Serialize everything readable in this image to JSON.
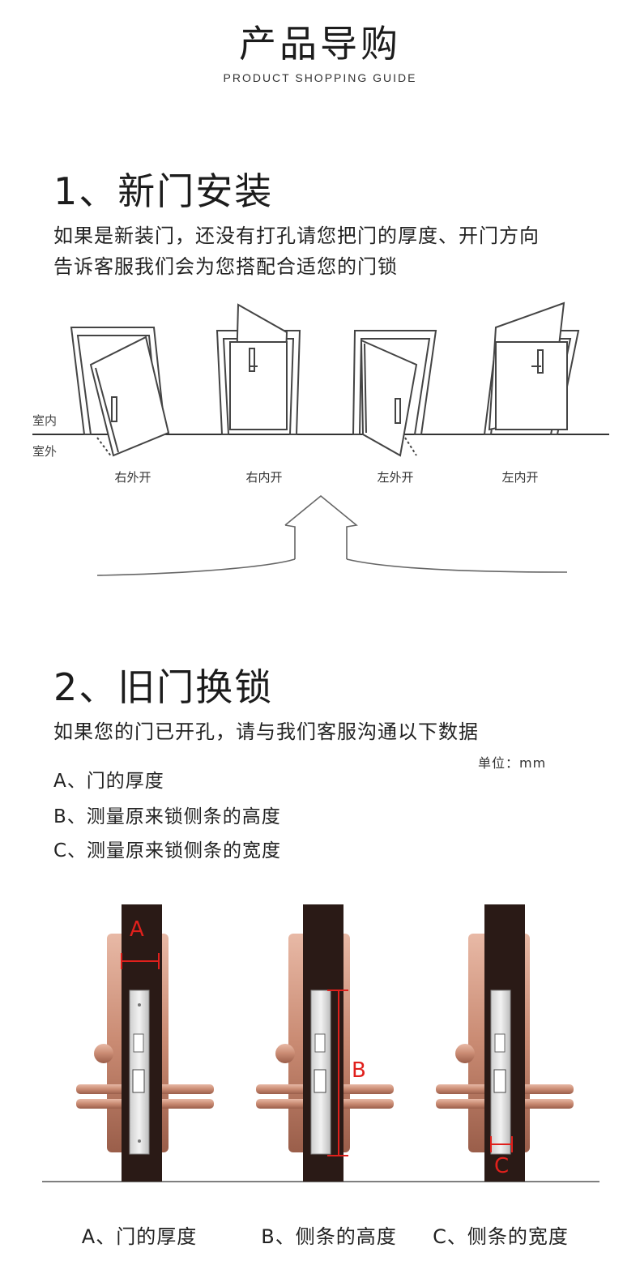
{
  "header": {
    "title": "产品导购",
    "subtitle": "PRODUCT SHOPPING GUIDE"
  },
  "section1": {
    "heading": "1、新门安装",
    "description_line1": "如果是新装门，还没有打孔请您把门的厚度、开门方向",
    "description_line2": "告诉客服我们会为您搭配合适您的门锁",
    "indoor_label": "室内",
    "outdoor_label": "室外",
    "doors": [
      {
        "label": "右外开"
      },
      {
        "label": "右内开"
      },
      {
        "label": "左外开"
      },
      {
        "label": "左内开"
      }
    ]
  },
  "section2": {
    "heading": "2、旧门换锁",
    "description": "如果您的门已开孔，请与我们客服沟通以下数据",
    "unit": "单位：mm",
    "items": [
      "A、门的厚度",
      "B、测量原来锁侧条的高度",
      "C、测量原来锁侧条的宽度"
    ],
    "markers": [
      "A",
      "B",
      "C"
    ],
    "captions": [
      "A、门的厚度",
      "B、侧条的高度",
      "C、侧条的宽度"
    ],
    "accent_color": "#e0201c",
    "door_color": "#2a1a16",
    "lock_color": "#c98a72"
  }
}
